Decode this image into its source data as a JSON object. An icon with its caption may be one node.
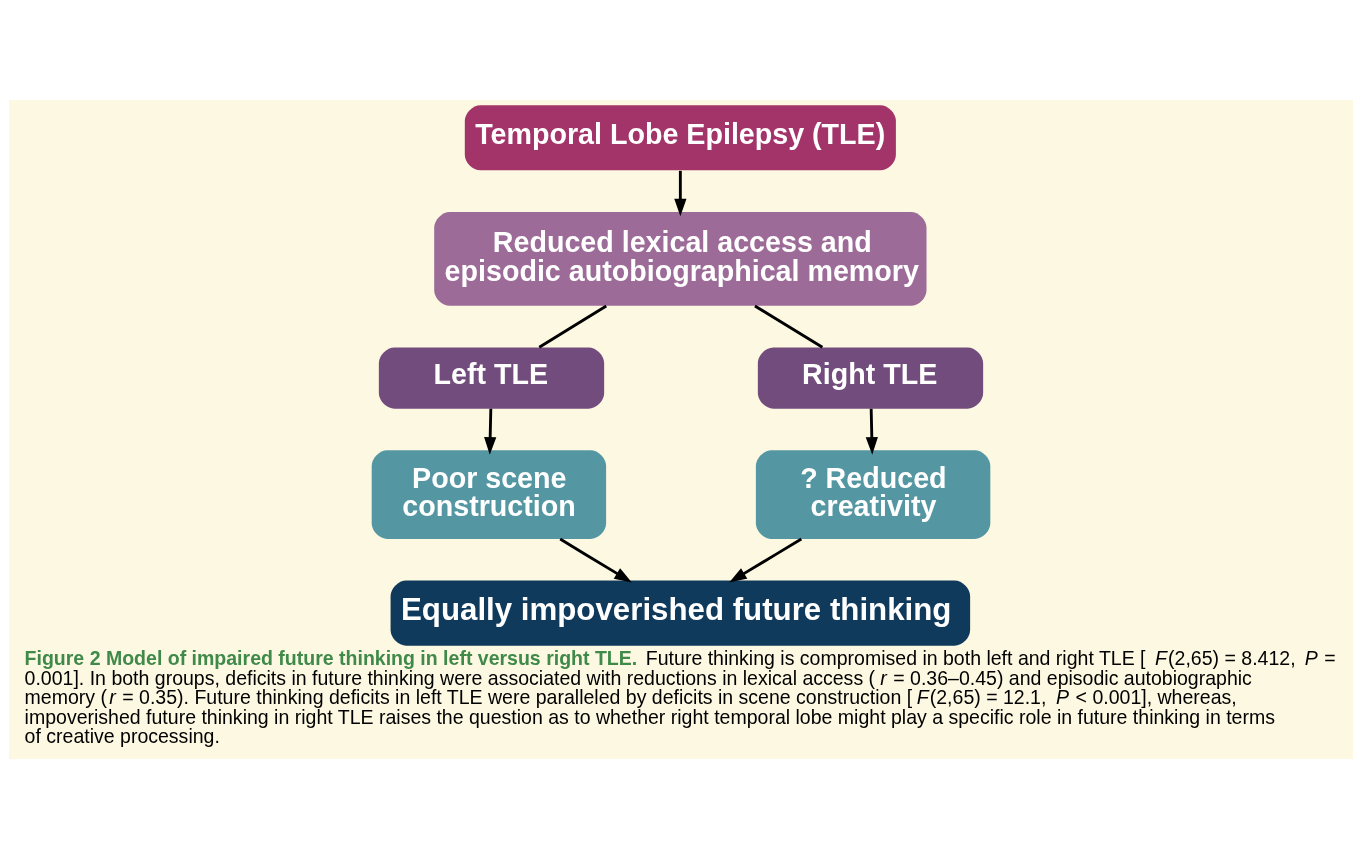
{
  "diagram": {
    "caption": "**Figure 2 Model of impaired future thinking in left versus right TLE.** Future thinking is compromised in both left and right TLE [*F*(2,65) = 8.412, *P* = 0.001]. In both groups, deficits in future thinking were associated with reductions in lexical access (*r* = 0.36–0.45) and episodic autobiographic memory (*r* = 0.35). Future thinking deficits in left TLE were paralleled by deficits in scene construction [*F*(2,65) = 12.1, *P* < 0.001], whereas, impoverished future thinking in right TLE raises the question as to whether right temporal lobe might play a specific role in future thinking in terms of creative processing.",
    "nodes": [
      {
        "text": [
          "Temporal Lobe Epilepsy (TLE)"
        ]
      },
      {
        "text": [
          "Reduced lexical access and episodic autobiographical memory"
        ]
      },
      {
        "text": [
          "Left TLE"
        ]
      },
      {
        "text": [
          "Right TLE"
        ]
      },
      {
        "text": [
          "Poor scene construction"
        ]
      },
      {
        "text": [
          "? Reduced creativity"
        ]
      },
      {
        "text": [
          "Equally impoverished future thinking"
        ]
      }
    ],
    "edges": [
      {
        "from": 0,
        "to": 1,
        "arrow": "to"
      },
      {
        "from": 1,
        "to": 2,
        "arrow": "none"
      },
      {
        "from": 1,
        "to": 3,
        "arrow": "none"
      },
      {
        "from": 2,
        "to": 4,
        "arrow": "to"
      },
      {
        "from": 3,
        "to": 5,
        "arrow": "to"
      },
      {
        "from": 4,
        "to": 6,
        "arrow": "to"
      },
      {
        "from": 5,
        "to": 6,
        "arrow": "to"
      }
    ]
  }
}
